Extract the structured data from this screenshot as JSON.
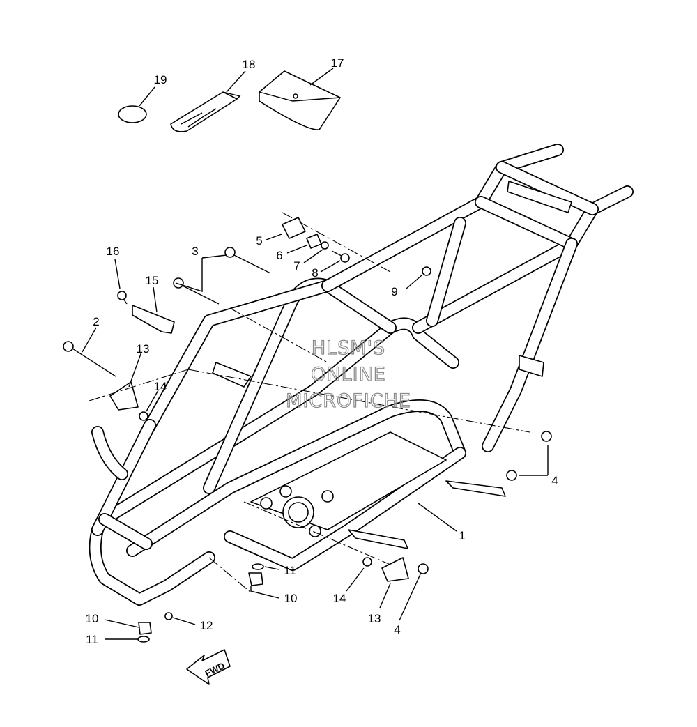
{
  "watermark": {
    "line1": "HLSM'S",
    "line2": "ONLINE",
    "line3": "MICROFICHE"
  },
  "fwd_label": "FWD",
  "callouts": [
    {
      "id": "c19",
      "label": "19"
    },
    {
      "id": "c18",
      "label": "18"
    },
    {
      "id": "c17",
      "label": "17"
    },
    {
      "id": "c5",
      "label": "5"
    },
    {
      "id": "c6",
      "label": "6"
    },
    {
      "id": "c7",
      "label": "7"
    },
    {
      "id": "c8",
      "label": "8"
    },
    {
      "id": "c9",
      "label": "9"
    },
    {
      "id": "c3",
      "label": "3"
    },
    {
      "id": "c16",
      "label": "16"
    },
    {
      "id": "c15",
      "label": "15"
    },
    {
      "id": "c2",
      "label": "2"
    },
    {
      "id": "c13a",
      "label": "13"
    },
    {
      "id": "c14a",
      "label": "14"
    },
    {
      "id": "c4a",
      "label": "4"
    },
    {
      "id": "c1",
      "label": "1"
    },
    {
      "id": "c11a",
      "label": "11"
    },
    {
      "id": "c10a",
      "label": "10"
    },
    {
      "id": "c14b",
      "label": "14"
    },
    {
      "id": "c13b",
      "label": "13"
    },
    {
      "id": "c4b",
      "label": "4"
    },
    {
      "id": "c12",
      "label": "12"
    },
    {
      "id": "c10b",
      "label": "10"
    },
    {
      "id": "c11b",
      "label": "11"
    }
  ]
}
